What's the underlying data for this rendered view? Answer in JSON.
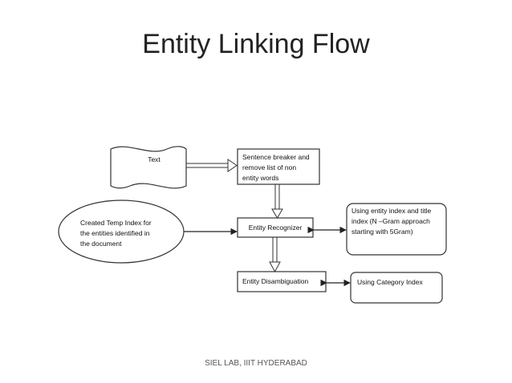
{
  "slide": {
    "title": "Entity Linking Flow",
    "footer": "SIEL LAB, IIIT HYDERABAD"
  },
  "diagram": {
    "nodes": {
      "text_doc": {
        "lines": [
          "Text"
        ]
      },
      "sentence_breaker": {
        "lines": [
          "Sentence breaker and",
          "remove list of non",
          "entity words"
        ]
      },
      "entity_recognizer": {
        "lines": [
          "Entity Recognizer"
        ]
      },
      "temp_index": {
        "lines": [
          "Created Temp Index for",
          "the entities identified in",
          "the document"
        ]
      },
      "entity_index": {
        "lines": [
          "Using entity index and title",
          "index (N –Gram approach",
          "starting with 5Gram)"
        ]
      },
      "entity_disambiguation": {
        "lines": [
          "Entity Disambiguation"
        ]
      },
      "category_index": {
        "lines": [
          "Using Category Index"
        ]
      }
    }
  }
}
